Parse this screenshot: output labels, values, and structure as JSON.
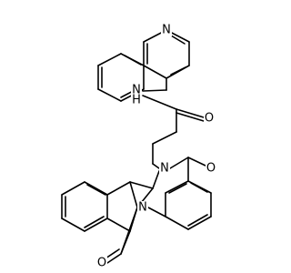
{
  "atom_labels": {
    "quinoline_n": "N",
    "amide_nh": "N",
    "amide_h": "H",
    "amide_o": "O",
    "ring_n_top": "N",
    "ketone_o_upper": "O",
    "ring_n_bridge": "N",
    "ketone_o_lower": "O"
  },
  "colors": {
    "bond": "#000000",
    "text": "#000000",
    "background": "#ffffff"
  }
}
